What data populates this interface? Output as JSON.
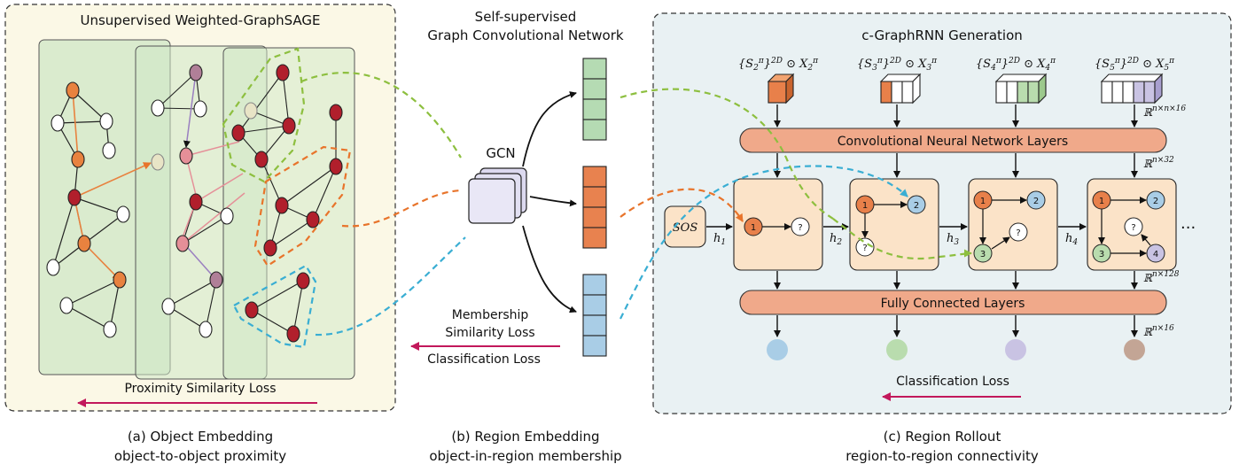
{
  "panel_a": {
    "title": "Unsupervised Weighted-GraphSAGE",
    "loss": "Proximity Similarity Loss",
    "caption_line1": "(a) Object Embedding",
    "caption_line2": "object-to-object proximity",
    "colors": {
      "background": "#fbf8e6",
      "plane": "#cfe7c6",
      "orange": "#e8823f",
      "red": "#b11f2c",
      "pink": "#e58f98",
      "mauve": "#b07f98",
      "green_dash": "#8dbf3f",
      "orange_dash": "#e8742b",
      "blue_dash": "#3aaed3"
    }
  },
  "panel_b": {
    "title_line1": "Self-supervised",
    "title_line2": "Graph Convolutional Network",
    "gcn_label": "GCN",
    "loss1_line1": "Membership",
    "loss1_line2": "Similarity Loss",
    "loss2": "Classification Loss",
    "caption_line1": "(b) Region Embedding",
    "caption_line2": "object-in-region membership",
    "colors": {
      "green_vec": "#b5dbb3",
      "orange_vec": "#e8824f",
      "blue_vec": "#a9cde6"
    }
  },
  "panel_c": {
    "title": "c-GraphRNN Generation",
    "inputs": [
      {
        "base": "{S",
        "sub": "2",
        "sup": "π",
        "exp": "2D",
        "x": "X",
        "xsub": "2",
        "xsup": "π"
      },
      {
        "base": "{S",
        "sub": "3",
        "sup": "π",
        "exp": "2D",
        "x": "X",
        "xsub": "3",
        "xsup": "π"
      },
      {
        "base": "{S",
        "sub": "4",
        "sup": "π",
        "exp": "2D",
        "x": "X",
        "xsub": "4",
        "xsup": "π"
      },
      {
        "base": "{S",
        "sub": "5",
        "sup": "π",
        "exp": "2D",
        "x": "X",
        "xsub": "5",
        "xsup": "π"
      }
    ],
    "dims": {
      "d1": "n×n×16",
      "d2": "n×32",
      "d3": "n×128",
      "d4": "n×16"
    },
    "cnn_label": "Convolutional Neural Network Layers",
    "fc_label": "Fully Connected Layers",
    "sos": "SOS",
    "hidden": [
      "h",
      "h",
      "h",
      "h"
    ],
    "hidden_sub": [
      "1",
      "2",
      "3",
      "4"
    ],
    "ellipsis": "...",
    "loss": "Classification Loss",
    "caption_line1": "(c) Region Rollout",
    "caption_line2": "region-to-region connectivity",
    "node_labels": {
      "one": "1",
      "two": "2",
      "three": "3",
      "four": "4",
      "unknown": "?"
    },
    "colors": {
      "background": "#e9f1f3",
      "bar": "#f0a98a",
      "cell": "#fbe3c8",
      "n1": "#e8804a",
      "n2": "#a9cde6",
      "n3": "#b9dcae",
      "n4": "#c9c3e3",
      "out1": "#a9cde6",
      "out2": "#b9dcae",
      "out3": "#c9c3e3",
      "out4": "#c3a595"
    }
  }
}
